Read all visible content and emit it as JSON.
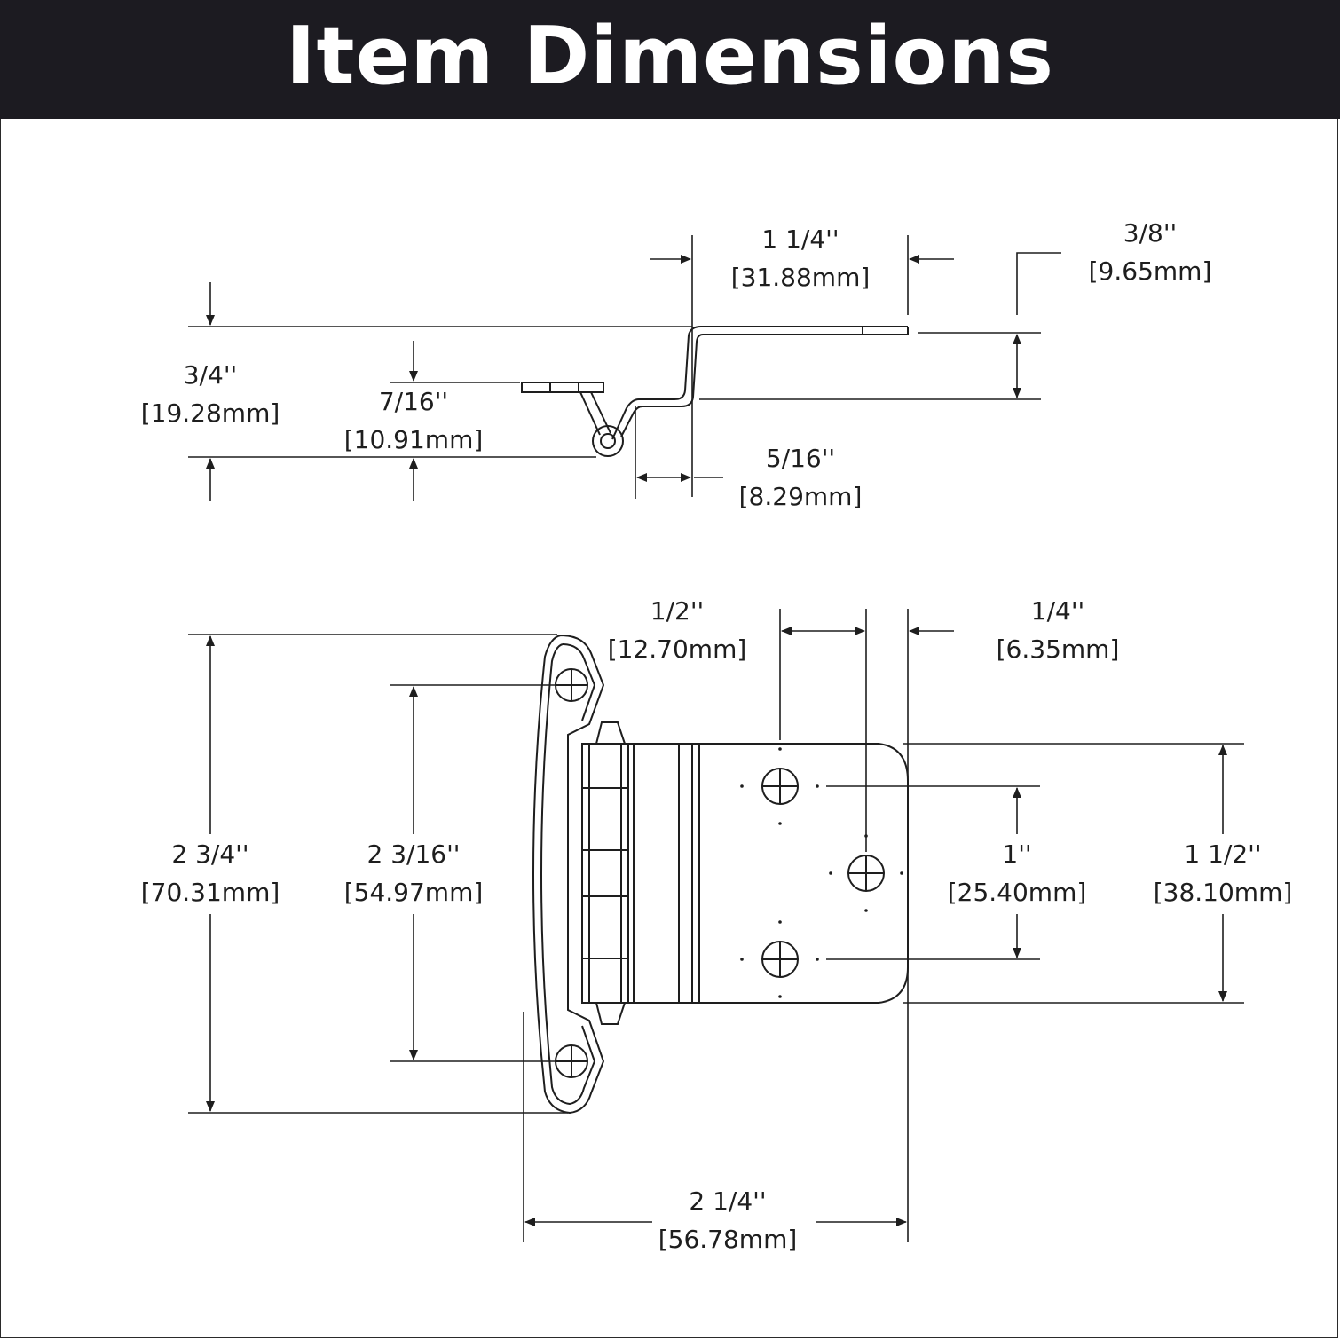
{
  "header": {
    "title": "Item Dimensions",
    "background_color": "#1c1b21",
    "title_color": "#ffffff"
  },
  "drawing": {
    "line_color": "#1e1e1e",
    "side_view": {
      "overall_length": {
        "imperial": "1 1/4''",
        "metric": "[31.88mm]"
      },
      "leaf_offset": {
        "imperial": "3/8''",
        "metric": "[9.65mm]"
      },
      "overall_height": {
        "imperial": "3/4''",
        "metric": "[19.28mm]"
      },
      "flange_height": {
        "imperial": "7/16''",
        "metric": "[10.91mm]"
      },
      "knuckle_offset": {
        "imperial": "5/16''",
        "metric": "[8.29mm]"
      }
    },
    "front_view": {
      "hole_spacing_x": {
        "imperial": "1/2''",
        "metric": "[12.70mm]"
      },
      "edge_to_hole": {
        "imperial": "1/4''",
        "metric": "[6.35mm]"
      },
      "frame_leaf_height": {
        "imperial": "2 3/4''",
        "metric": "[70.31mm]"
      },
      "frame_hole_spacing": {
        "imperial": "2 3/16''",
        "metric": "[54.97mm]"
      },
      "leaf_hole_spacing": {
        "imperial": "1''",
        "metric": "[25.40mm]"
      },
      "leaf_height": {
        "imperial": "1 1/2''",
        "metric": "[38.10mm]"
      },
      "overall_width": {
        "imperial": "2 1/4''",
        "metric": "[56.78mm]"
      }
    }
  }
}
